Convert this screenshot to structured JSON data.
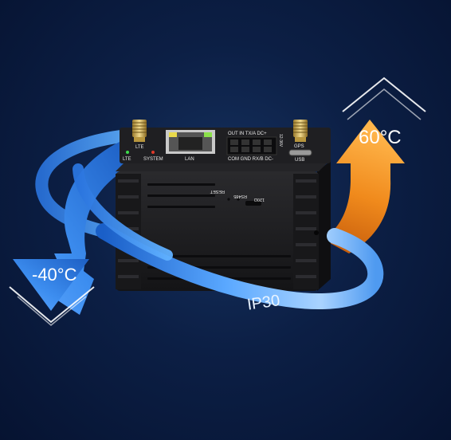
{
  "labels": {
    "temp_high": "60°C",
    "temp_low": "-40°C",
    "rating": "IP30"
  },
  "device": {
    "lte_top": "LTE",
    "led_lte": "LTE",
    "led_system": "SYSTEM",
    "lan": "LAN",
    "gps": "GPS",
    "usb": "USB",
    "terminal_top": "OUT  IN  TX/A DC+",
    "terminal_bottom": "COM GND RX/B DC-",
    "side_text": "12-36V",
    "reset": "RESET",
    "rs485": "RS485",
    "ohm": "120Ω"
  },
  "colors": {
    "background": "#0c1f45",
    "ring_blue": "#3a8ff0",
    "arrow_orange": "#f08a1c",
    "arrow_blue": "#3d8ef0",
    "device_body": "#1c1c1e"
  },
  "icons": [
    "antenna-connector-icon",
    "ethernet-port-icon",
    "usb-port-icon",
    "terminal-block-icon"
  ]
}
